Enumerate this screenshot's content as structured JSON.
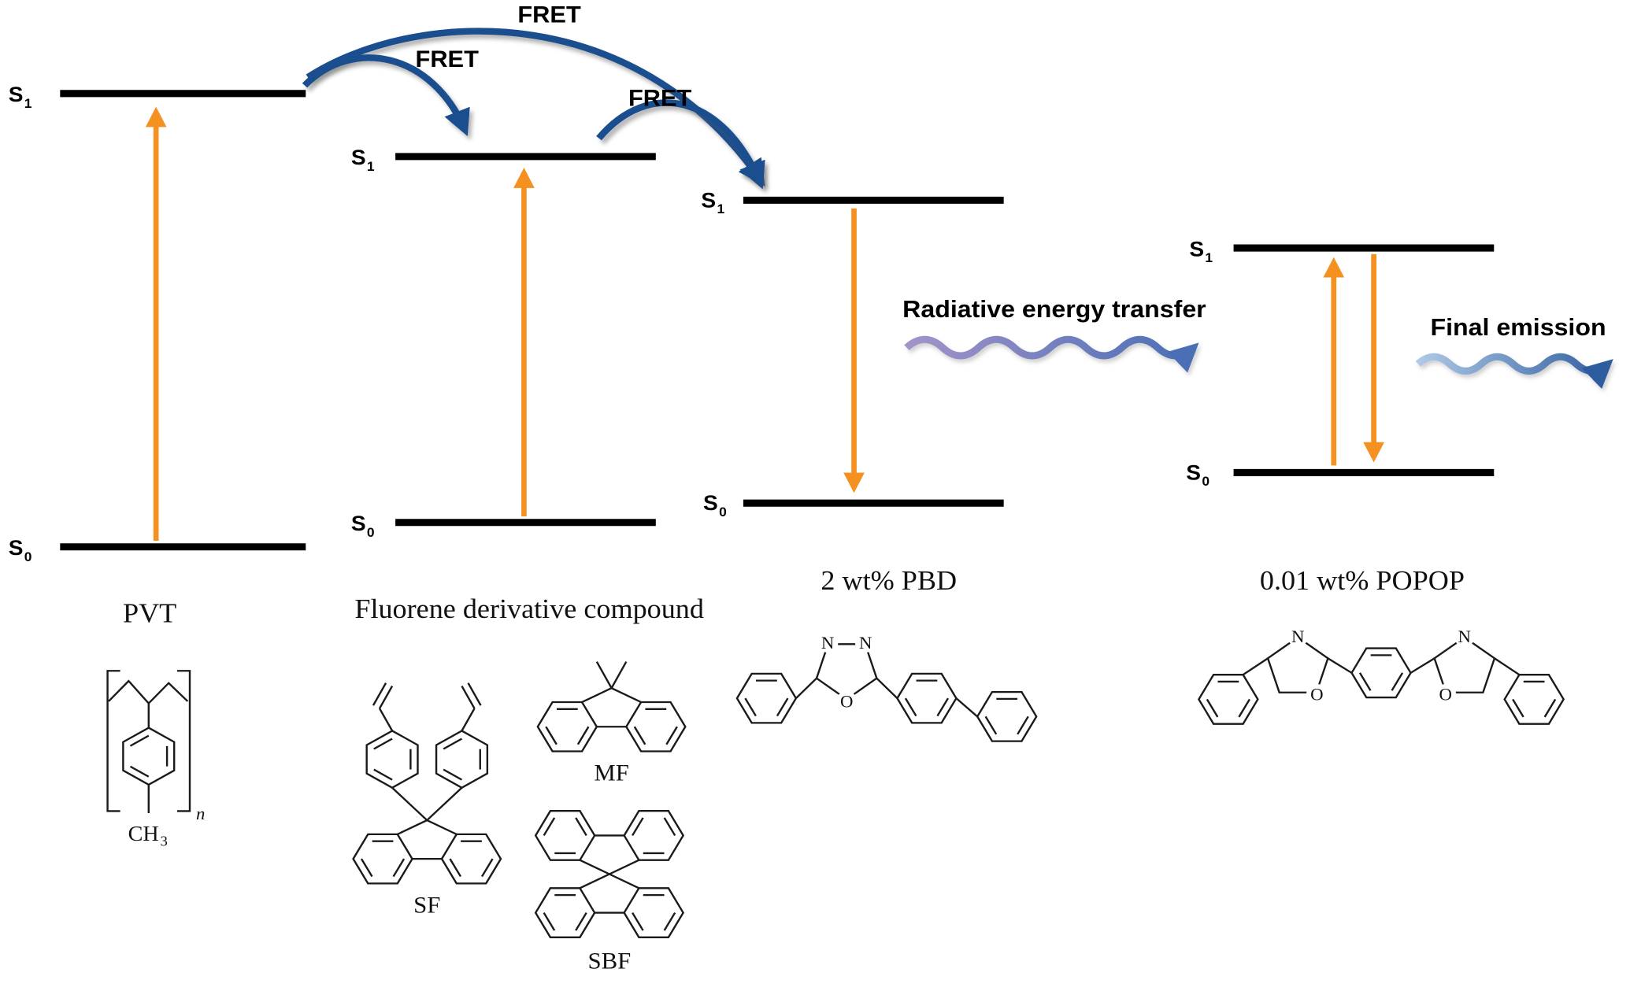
{
  "diagram": {
    "energy_levels": {
      "s_label": "S",
      "sub_excited": "1",
      "sub_ground": "0"
    },
    "fret_label": "FRET",
    "radiative_label": "Radiative energy transfer",
    "final_emission_label": "Final emission",
    "compounds": {
      "pvt": "PVT",
      "fluorene": "Fluorene derivative compound",
      "pbd": "2 wt% PBD",
      "popop": "0.01 wt% POPOP"
    },
    "structures": {
      "mf": "MF",
      "sf": "SF",
      "sbf": "SBF",
      "ch": "CH",
      "ch_sub": "3",
      "repeat_sub": "n",
      "nitrogen": "N",
      "oxygen": "O"
    },
    "colors": {
      "level_bar": "#000000",
      "excitation_arrow": "#F59120",
      "fret_arrow": "#1B4E8E",
      "radiative_start": "#A393C9",
      "radiative_end": "#4A6FB5",
      "emission_start": "#AFC9E6",
      "emission_end": "#2E5D9F"
    }
  }
}
